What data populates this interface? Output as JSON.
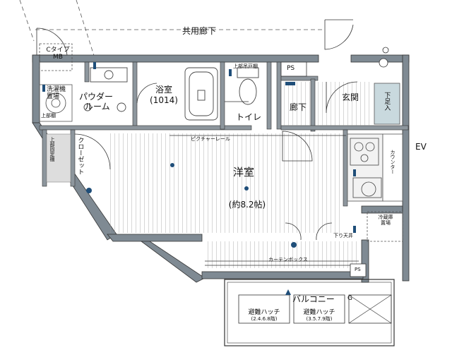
{
  "floorplan": {
    "corridor": "共用廊下",
    "ev": "EV",
    "ctype_mb_line1": "Cタイプ",
    "ctype_mb_line2": "MB",
    "ps_top": "PS",
    "ps_bottom": "PS",
    "washer_line1": "洗濯機",
    "washer_line2": "置場",
    "washer_cap": "上部棚",
    "powder_line1": "パウダー",
    "powder_line2": "ルーム",
    "bath_line1": "浴室",
    "bath_line2": "(1014)",
    "toilet": "トイレ",
    "toilet_shelf": "上部吊戸棚",
    "hallway": "廊下",
    "entrance": "玄関",
    "shoe_box_line1": "下足入",
    "closet_shelf": "上部固定棚",
    "closet": "クローゼット",
    "picture_rail": "ピクチャーレール",
    "western_room": "洋室",
    "room_size": "(約8.2帖)",
    "counter": "カウンター",
    "fridge_line1": "冷蔵庫",
    "fridge_line2": "置場",
    "drop_ceiling": "下り天井",
    "curtain_box": "カーテンボックス",
    "balcony": "バルコニー",
    "hatch1_title": "避難ハッチ",
    "hatch1_floors": "(2.4.6.8階)",
    "hatch2_title": "避難ハッチ",
    "hatch2_floors": "(3.5.7.9階)",
    "g_label": "G"
  }
}
